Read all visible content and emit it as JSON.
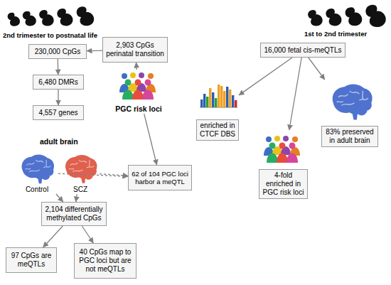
{
  "diagram": {
    "nodes": [
      {
        "text": [
          "230,000 CpGs"
        ]
      },
      {
        "text": [
          "2,903 CpGs perinatal transition"
        ]
      },
      {
        "text": [
          "16,000 fetal cis-meQTLs"
        ]
      },
      {
        "text": [
          "6,480 DMRs"
        ]
      },
      {
        "text": [
          "enriched in CTCF DBS"
        ]
      },
      {
        "text": [
          "83% preserved in adult brain"
        ]
      },
      {
        "text": [
          "PGC risk loci"
        ]
      },
      {
        "text": [
          "4,557 genes"
        ]
      },
      {
        "text": [
          "4-fold enriched in PGC risk loci"
        ]
      },
      {
        "text": [
          "Control"
        ]
      },
      {
        "text": [
          "SCZ"
        ]
      },
      {
        "text": [
          "62 of 104 PGC loci harbor a meQTL"
        ]
      },
      {
        "text": [
          "2,104 differentially methylated CpGs"
        ]
      },
      {
        "text": [
          "97 CpGs are meQTLs"
        ]
      },
      {
        "text": [
          "40 CpGs map to PGC loci but are not meQTLs"
        ]
      }
    ],
    "edges": [
      {
        "from": 1,
        "to": 0,
        "arrow": "to"
      },
      {
        "from": 0,
        "to": 3,
        "arrow": "to"
      },
      {
        "from": 3,
        "to": 7,
        "arrow": "to"
      },
      {
        "from": 6,
        "to": 1,
        "arrow": "to"
      },
      {
        "from": 6,
        "to": 11,
        "arrow": "to"
      },
      {
        "from": 2,
        "to": 4,
        "arrow": "to"
      },
      {
        "from": 2,
        "to": 8,
        "arrow": "to"
      },
      {
        "from": 2,
        "to": 5,
        "arrow": "to"
      },
      {
        "from": 9,
        "to": 12,
        "arrow": "to"
      },
      {
        "from": 10,
        "to": 12,
        "arrow": "to"
      },
      {
        "from": 9,
        "to": 11,
        "arrow": "to"
      },
      {
        "from": 10,
        "to": 11,
        "arrow": "to"
      },
      {
        "from": 12,
        "to": 13,
        "arrow": "to"
      },
      {
        "from": 12,
        "to": 14,
        "arrow": "to"
      }
    ],
    "labels": [
      "2nd trimester to postnatal life",
      "1st to 2nd trimester",
      "adult brain"
    ]
  }
}
